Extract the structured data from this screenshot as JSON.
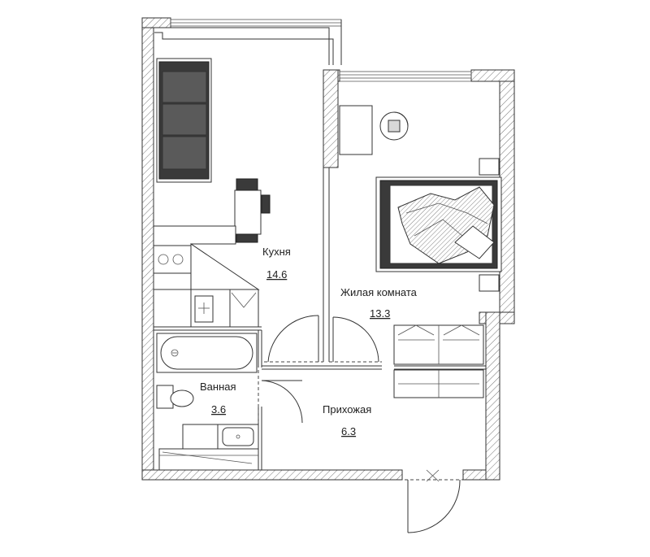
{
  "rooms": {
    "kitchen": {
      "name": "Кухня",
      "area": "14.6"
    },
    "living": {
      "name": "Жилая комната",
      "area": "13.3"
    },
    "bathroom": {
      "name": "Ванная",
      "area": "3.6"
    },
    "hallway": {
      "name": "Прихожая",
      "area": "6.3"
    }
  }
}
